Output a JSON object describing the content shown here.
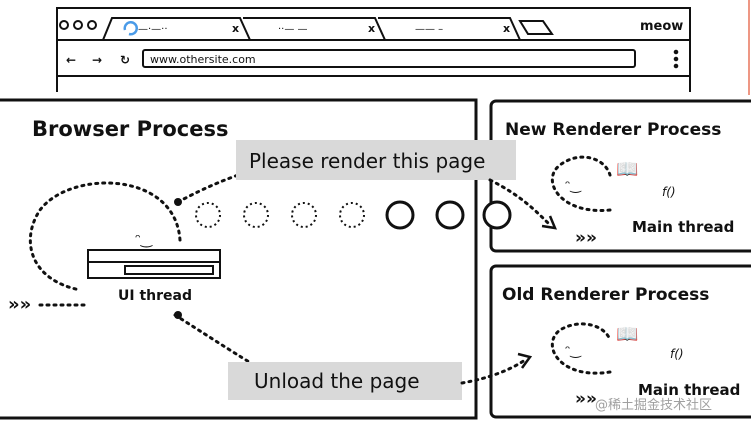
{
  "browser_window": {
    "address": "www.othersite.com",
    "brand": "meow",
    "tabs": [
      "—·—··",
      "··— —",
      "—— –"
    ]
  },
  "browser_process": {
    "title": "Browser Process",
    "ui_thread_label": "UI thread",
    "message_render": "Please render this page",
    "message_unload": "Unload the page"
  },
  "new_renderer": {
    "title": "New Renderer Process",
    "thread_label": "Main thread",
    "func_label": "f()"
  },
  "old_renderer": {
    "title": "Old Renderer Process",
    "thread_label": "Main thread",
    "func_label": "f()"
  },
  "watermark": "@稀土掘金技术社区",
  "colors": {
    "label_bg": "#d9d9d9",
    "loading": "#4a9be8",
    "edge": "#e8745a"
  }
}
